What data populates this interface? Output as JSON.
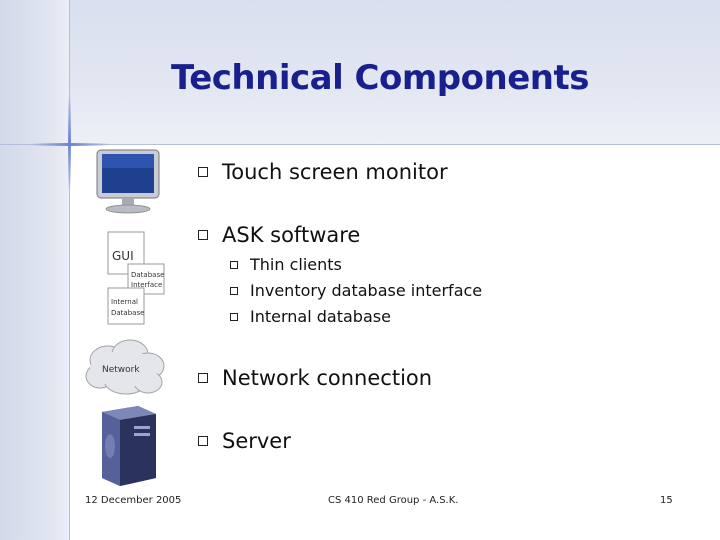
{
  "slide": {
    "title": "Technical Components",
    "bullets": [
      {
        "text": "Touch screen monitor"
      },
      {
        "text": "ASK software",
        "sub": [
          "Thin clients",
          "Inventory database interface",
          "Internal database"
        ]
      },
      {
        "text": "Network connection"
      },
      {
        "text": "Server"
      }
    ],
    "icons": {
      "software_labels": [
        "GUI",
        "Database",
        "Interface",
        "Internal",
        "Database"
      ],
      "network_label": "Network"
    },
    "footer": {
      "date": "12 December 2005",
      "center": "CS 410 Red Group - A.S.K.",
      "page": "15"
    }
  }
}
